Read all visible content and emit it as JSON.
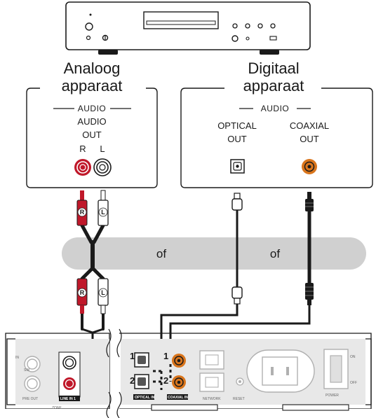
{
  "analog": {
    "title_line1": "Analoog",
    "title_line2": "apparaat",
    "section": "AUDIO",
    "out_line1": "AUDIO",
    "out_line2": "OUT",
    "r_label": "R",
    "l_label": "L"
  },
  "digital": {
    "title_line1": "Digitaal",
    "title_line2": "apparaat",
    "section": "AUDIO",
    "optical_line1": "OPTICAL",
    "optical_line2": "OUT",
    "coaxial_line1": "COAXIAL",
    "coaxial_line2": "OUT"
  },
  "band": {
    "left_word": "of",
    "right_word": "of"
  },
  "plugs": {
    "r": "R",
    "l": "L"
  },
  "rear_panel": {
    "in_label": "IN",
    "sw_label": "SW",
    "pre_out_label": "PRE OUT",
    "line_in_label": "LINE IN 1",
    "zone_label": "ZONE",
    "optical_in_label": "OPTICAL IN",
    "coaxial_in_label": "COAXIAL IN",
    "network_label": "NETWORK",
    "reset_label": "RESET",
    "power_label": "POWER",
    "on_label": "ON",
    "off_label": "OFF",
    "num1": "1",
    "num2": "2"
  },
  "colors": {
    "red_plug": "#c0182a",
    "coax_orange": "#d9751c",
    "band_gray": "#d0d0d0",
    "panel_gray": "#e8e8e8",
    "cable": "#1a1a1a"
  }
}
